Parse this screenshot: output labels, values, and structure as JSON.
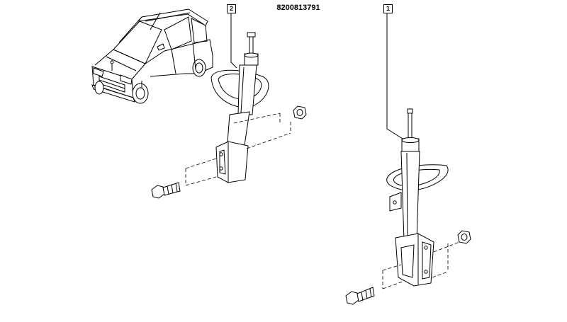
{
  "diagram": {
    "part_number": "8200813791",
    "callouts": [
      {
        "id": "callout-2",
        "label": "2"
      },
      {
        "id": "callout-1",
        "label": "1"
      }
    ]
  }
}
